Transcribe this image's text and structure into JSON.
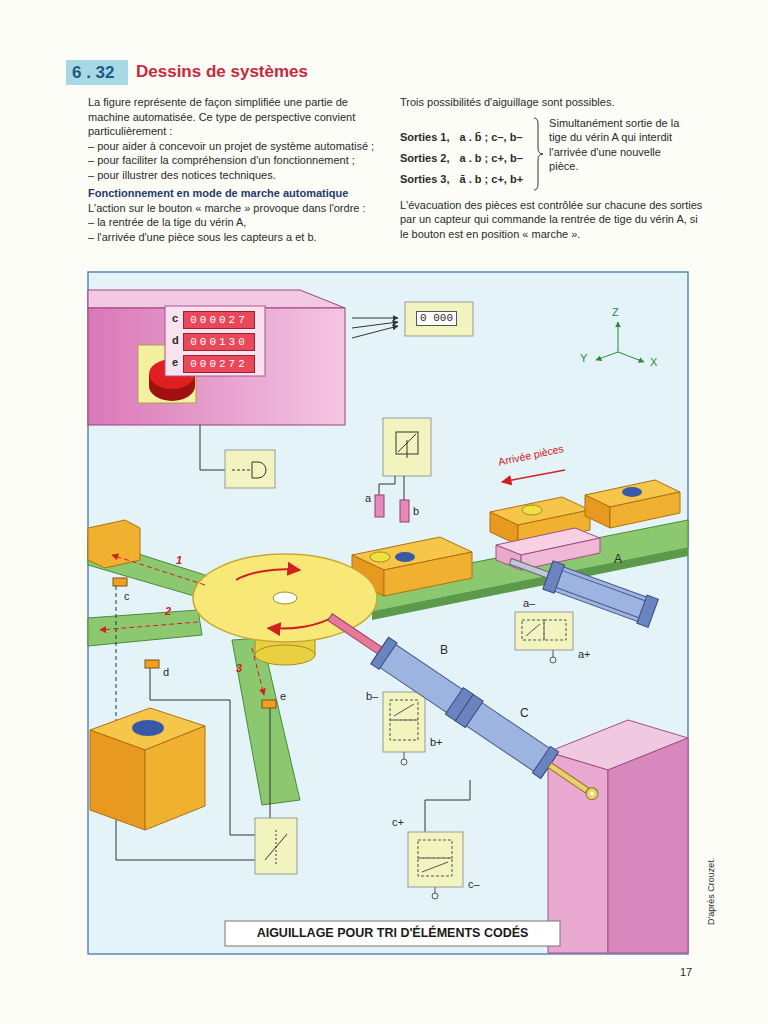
{
  "diagram": {
    "title": "Dessins de systèmes",
    "caption": "AIGUILLAGE POUR TRI D'ÉLÉMENTS CODÉS",
    "nodes": [
      {
        "text": [
          "000027"
        ]
      },
      {
        "text": [
          "000130"
        ]
      },
      {
        "text": [
          "000272"
        ]
      }
    ],
    "labels": [
      "6 . 32",
      "La figure représente de façon simplifiée une partie de machine automatisée. Ce type de perspective convient particulièrement :",
      "– pour aider à concevoir un projet de système automatisé ;",
      "– pour faciliter la compréhension d'un fonctionnement ;",
      "– pour illustrer des notices techniques.",
      "Fonctionnement en mode de marche automatique",
      "L'action sur le bouton « marche » provoque dans l'ordre :",
      "– la rentrée de la tige du vérin A,",
      "– l'arrivée d'une pièce sous les capteurs a et b.",
      "Trois possibilités d'aiguillage sont possibles.",
      "Sorties 1,",
      "a . b̄ ; c–, b–",
      "Sorties 2,",
      "a . b ; c+, b–",
      "Sorties 3,",
      "ā . b ; c+, b+",
      "Simultanément sortie de la tige du vérin A qui interdit l'arrivée d'une nouvelle pièce.",
      "L'évacuation des pièces est contrôlée sur chacune des sorties par un capteur qui commande la rentrée de tige du vérin A, si le bouton est en position « marche ».",
      "c",
      "d",
      "e",
      "0 000",
      "Z",
      "Y",
      "X",
      "Arrivée pièces",
      "a",
      "b",
      "A",
      "a–",
      "a+",
      "B",
      "b–",
      "b+",
      "C",
      "c+",
      "c–",
      "1",
      "2",
      "3",
      "c",
      "d",
      "e",
      "D'après Crouzet.",
      "17"
    ]
  }
}
